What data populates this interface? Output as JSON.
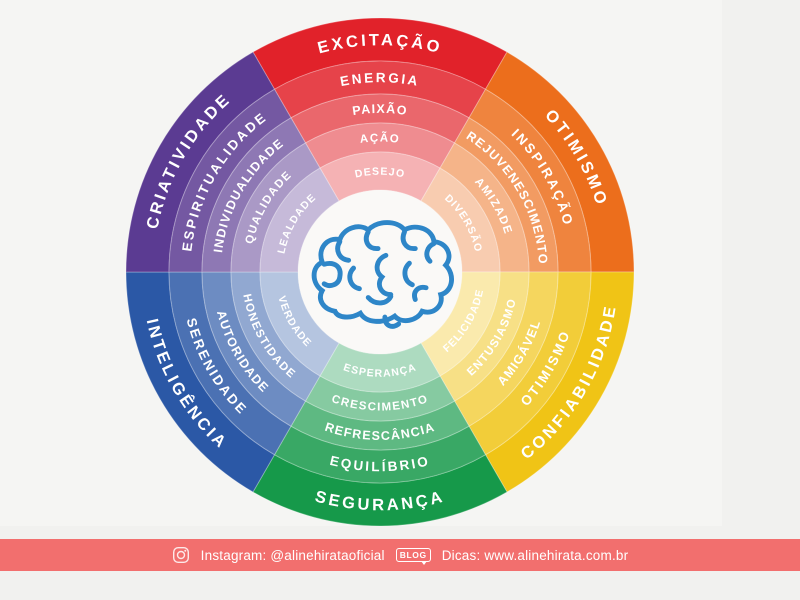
{
  "background_color": "#f1f1ef",
  "paper_color": "#f5f5f3",
  "wheel": {
    "type": "emotion-color-wheel",
    "center_icon": "brain-icon",
    "center_circle_color": "#faf9f7",
    "brain_color": "#2e86c8",
    "label_color": "#ffffff",
    "segments": [
      {
        "id": "red",
        "position": "top",
        "color": "#e1222a",
        "rings": [
          "EXCITAÇÃO",
          "ENERGIA",
          "PAIXÃO",
          "AÇÃO",
          "DESEJO"
        ]
      },
      {
        "id": "orange",
        "position": "upper-right",
        "color": "#ec6e1c",
        "rings": [
          "OTIMISMO",
          "INSPIRAÇÃO",
          "REJUVENESCIMENTO",
          "AMIZADE",
          "DIVERSÃO"
        ]
      },
      {
        "id": "yellow",
        "position": "lower-right",
        "color": "#f0c416",
        "rings": [
          "CONFIABILIDADE",
          "OTIMISMO",
          "AMIGÁVEL",
          "ENTUSIASMO",
          "FELICIDADE"
        ]
      },
      {
        "id": "green",
        "position": "bottom",
        "color": "#16994a",
        "rings": [
          "SEGURANÇA",
          "EQUILÍBRIO",
          "REFRESCÂNCIA",
          "CRESCIMENTO",
          "ESPERANÇA"
        ]
      },
      {
        "id": "blue",
        "position": "lower-left",
        "color": "#2b58a6",
        "rings": [
          "INTELIGÊNCIA",
          "SERENIDADE",
          "AUTORIDADE",
          "HONESTIDADE",
          "VERDADE"
        ]
      },
      {
        "id": "purple",
        "position": "upper-left",
        "color": "#5b3b92",
        "rings": [
          "CRIATIVIDADE",
          "ESPIRITUALIDADE",
          "INDIVIDUALIDADE",
          "QUALIDADE",
          "LEALDADE"
        ]
      }
    ]
  },
  "footer": {
    "bar_color": "#f26f6e",
    "instagram_icon": "instagram-icon",
    "instagram_label": "Instagram: @alinehirataoficial",
    "blog_icon": "blog-speech-bubble-icon",
    "blog_badge": "BLOG",
    "tips_label": "Dicas: www.alinehirata.com.br"
  }
}
